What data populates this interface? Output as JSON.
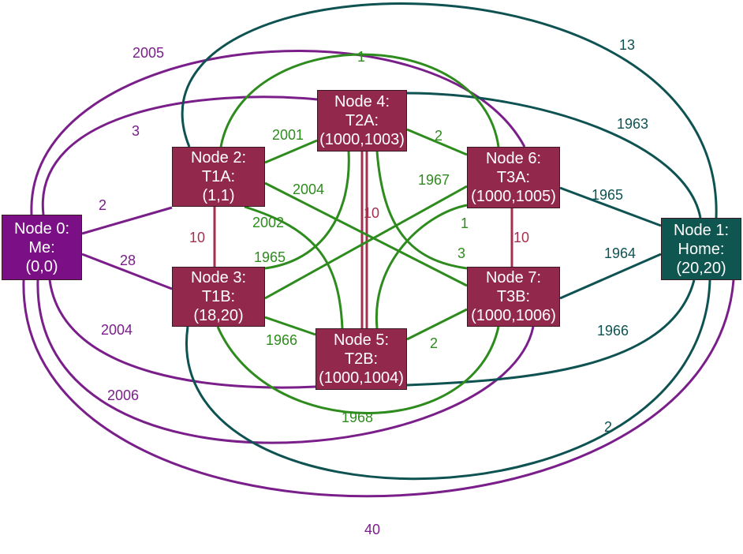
{
  "colors": {
    "purple": "#7a1f8a",
    "teal": "#0f5252",
    "green": "#2e8b1e",
    "crimson": "#a3304f",
    "node_me": "#7a0f86",
    "node_home": "#0f5550",
    "node_transit": "#93284d"
  },
  "nodes": [
    {
      "id": "n0",
      "line1": "Node 0:",
      "line2": "Me:",
      "line3": "(0,0)"
    },
    {
      "id": "n1",
      "line1": "Node 1:",
      "line2": "Home:",
      "line3": "(20,20)"
    },
    {
      "id": "n2",
      "line1": "Node 2:",
      "line2": "T1A:",
      "line3": "(1,1)"
    },
    {
      "id": "n3",
      "line1": "Node 3:",
      "line2": "T1B:",
      "line3": "(18,20)"
    },
    {
      "id": "n4",
      "line1": "Node 4:",
      "line2": "T2A:",
      "line3": "(1000,1003)"
    },
    {
      "id": "n5",
      "line1": "Node 5:",
      "line2": "T2B:",
      "line3": "(1000,1004)"
    },
    {
      "id": "n6",
      "line1": "Node 6:",
      "line2": "T3A:",
      "line3": "(1000,1005)"
    },
    {
      "id": "n7",
      "line1": "Node 7:",
      "line2": "T3B:",
      "line3": "(1000,1006)"
    }
  ],
  "edge_labels": {
    "e0_2": "2",
    "e0_3": "28",
    "e0_4": "3",
    "e0_5": "2004",
    "e0_6": "2005",
    "e0_7": "2006",
    "e0_1": "40",
    "e1_2": "13",
    "e1_4": "1963",
    "e1_6": "1965",
    "e1_7": "1964",
    "e1_5": "1966",
    "e1_3": "2",
    "e2_3": "10",
    "e4_5": "10",
    "e6_7": "10",
    "e2_4": "2001",
    "e2_7": "2004",
    "e2_5": "2002",
    "e2_6": "1",
    "e3_4": "1965",
    "e3_6": "1967",
    "e3_5": "1966",
    "e3_7": "1968",
    "e4_6": "2",
    "e4_7": "3",
    "e5_6": "1",
    "e5_7": "2"
  }
}
